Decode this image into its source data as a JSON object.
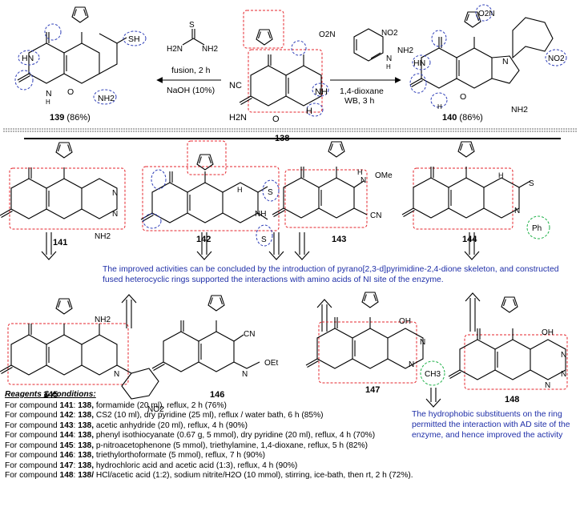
{
  "top": {
    "reactant_label": "138",
    "reactant_groups": {
      "cn": "NC",
      "nh2": "H2N",
      "o": "O",
      "nh": "NH",
      "n_h": "H"
    },
    "left_arrow": {
      "reagent_smiles": "thiourea",
      "line1": "fusion, 2 h",
      "line2": "NaOH (10%)"
    },
    "thiourea_labels": {
      "s": "S",
      "nh2a": "H2N",
      "nh2b": "NH2"
    },
    "right_arrow": {
      "line1": "1,4-dioxane",
      "line2": "WB, 3 h"
    },
    "hydrazine_labels": {
      "no2a": "O2N",
      "no2b": "NO2",
      "nh": "N",
      "h": "H",
      "nh2": "NH2"
    },
    "product_left": {
      "label": "139",
      "yield": " (86%)",
      "sh": "SH",
      "nh2": "NH2",
      "hn": "HN",
      "o": "O",
      "n": "N",
      "h": "H"
    },
    "product_right": {
      "label": "140",
      "yield": " (86%)",
      "nh2": "NH2",
      "no2": "NO2",
      "o2n": "O2N",
      "n": "N",
      "hn": "HN",
      "o": "O",
      "h": "H"
    }
  },
  "middle": {
    "compounds": [
      {
        "label": "141",
        "groups": [
          "NH2",
          "N",
          "N"
        ]
      },
      {
        "label": "142",
        "groups": [
          "S",
          "S",
          "NH",
          "H"
        ]
      },
      {
        "label": "143",
        "groups": [
          "N",
          "OMe",
          "H",
          "CN"
        ]
      },
      {
        "label": "144",
        "groups": [
          "S",
          "Ph",
          "N",
          "H"
        ]
      }
    ],
    "note": "The improved activities can be concluded by the introduction of pyrano[2,3-d]pyrimidine-2,4-dione skeleton, and constructed fused heterocyclic rings supported the interactions with amino acids of NI site of the enzyme."
  },
  "bottom": {
    "compounds": [
      {
        "label": "145",
        "groups": [
          "NH2",
          "NO2",
          "N"
        ]
      },
      {
        "label": "146",
        "groups": [
          "CN",
          "N",
          "OEt"
        ]
      },
      {
        "label": "147",
        "groups": [
          "OH",
          "CH3",
          "N",
          "N"
        ]
      },
      {
        "label": "148",
        "groups": [
          "OH",
          "N",
          "N",
          "N"
        ]
      }
    ],
    "note": "The hydrophobic substituents on the ring permitted the interaction with AD site of the enzyme, and hence improved the activity"
  },
  "conditions": {
    "header": "Reagents & conditions:",
    "rows": [
      {
        "prefix": "For compound ",
        "compound": "141",
        "sep": ": ",
        "ref": "138,",
        "text": " formamide (20 ml), reflux, 2 h (76%)"
      },
      {
        "prefix": "For compound ",
        "compound": "142",
        "sep": ": ",
        "ref": "138,",
        "text": " CS2 (10 ml), dry pyridine (25 ml), reflux / water bath, 6 h (85%)"
      },
      {
        "prefix": "For compound ",
        "compound": "143",
        "sep": ": ",
        "ref": "138,",
        "text": " acetic anhydride (20 ml), reflux, 4 h (90%)"
      },
      {
        "prefix": "For compound ",
        "compound": "144",
        "sep": ": ",
        "ref": "138,",
        "text": " phenyl isothiocyanate (0.67 g, 5 mmol), dry pyridine (20 ml), reflux, 4 h (70%)"
      },
      {
        "prefix": "For compound ",
        "compound": "145",
        "sep": ": ",
        "ref": "138,",
        "text": " p-nitroacetophenone (5 mmol), triethylamine, 1,4-dioxane, reflux, 5 h (82%)"
      },
      {
        "prefix": "For compound ",
        "compound": "146",
        "sep": ": ",
        "ref": "138,",
        "text": " triethylorthoformate (5 mmol), reflux, 7 h (90%)"
      },
      {
        "prefix": "For compound ",
        "compound": "147",
        "sep": ": ",
        "ref": "138,",
        "text": " hydrochloric acid and acetic acid (1:3), reflux, 4 h (90%)"
      },
      {
        "prefix": "For compound ",
        "compound": "148",
        "sep": ": ",
        "ref": "138/",
        "text": " HCl/acetic acid (1:2), sodium nitrite/H2O (10 mmol), stirring, ice-bath, then rt, 2 h (72%)."
      }
    ]
  }
}
